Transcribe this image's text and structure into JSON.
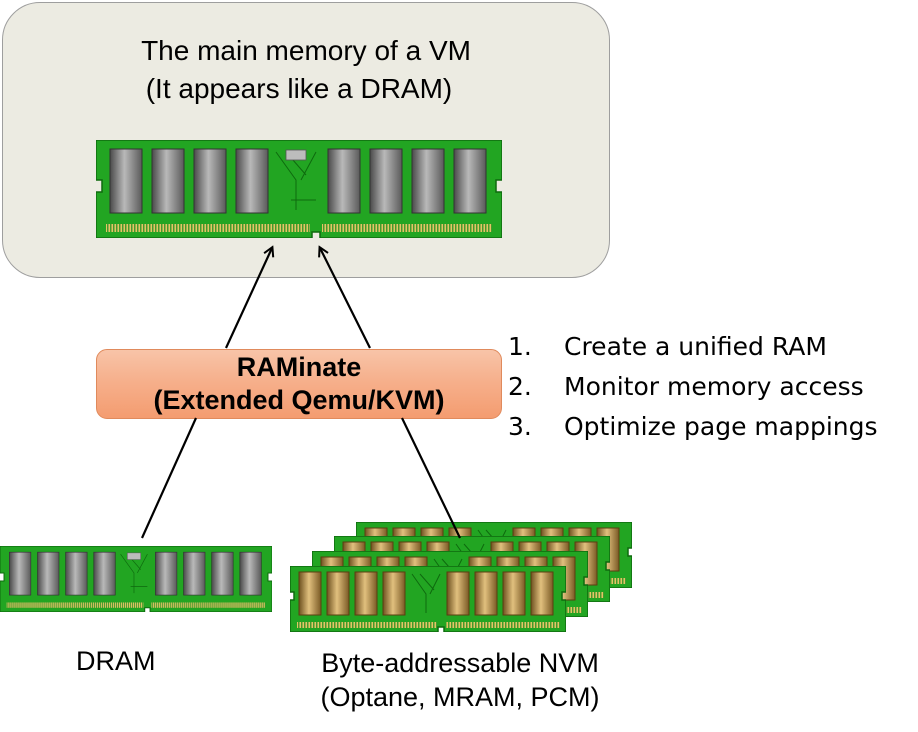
{
  "vm": {
    "title_line1": "The main memory of a VM",
    "title_line2": "(It appears like a DRAM)"
  },
  "raminate": {
    "line1": "RAMinate",
    "line2": "(Extended Qemu/KVM)"
  },
  "steps": [
    {
      "num": "1.",
      "text": "Create a unified RAM"
    },
    {
      "num": "2.",
      "text": "Monitor memory access"
    },
    {
      "num": "3.",
      "text": "Optimize page mappings"
    }
  ],
  "labels": {
    "dram": "DRAM",
    "nvm_line1": "Byte-addressable NVM",
    "nvm_line2": "(Optane, MRAM, PCM)"
  },
  "colors": {
    "pcb": "#1fa51f",
    "dram_chip": "#7a7a7a",
    "nvm_chip": "#9a7a3a",
    "vm_box": "#ecebe2",
    "raminate_box": "#f6b08c"
  },
  "icons": {
    "vm_memory": "dram-stick-icon",
    "dram": "dram-stick-icon",
    "nvm": "nvm-stick-stack-icon"
  }
}
